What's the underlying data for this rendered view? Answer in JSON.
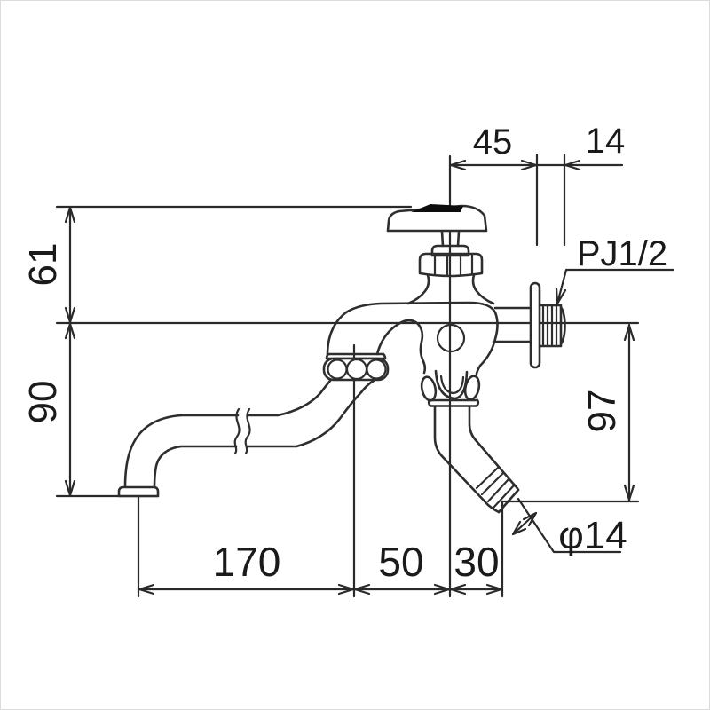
{
  "figure": {
    "kind": "technical-dimension-drawing",
    "subject": "wall-mounted swing-spout utility faucet",
    "background": "#ffffff",
    "line_color": "#2a2a2a",
    "dimensions": {
      "wall_offset": "45",
      "thread_length": "14",
      "handle_top_to_center": "61",
      "center_to_spout_outlet": "90",
      "center_to_lower_outlet": "97",
      "spout_reach": "170",
      "spout_pivot_to_center": "50",
      "center_to_outlet_tip": "30"
    },
    "labels": {
      "thread_spec": "PJ1/2",
      "outlet_diameter": "φ14"
    }
  }
}
